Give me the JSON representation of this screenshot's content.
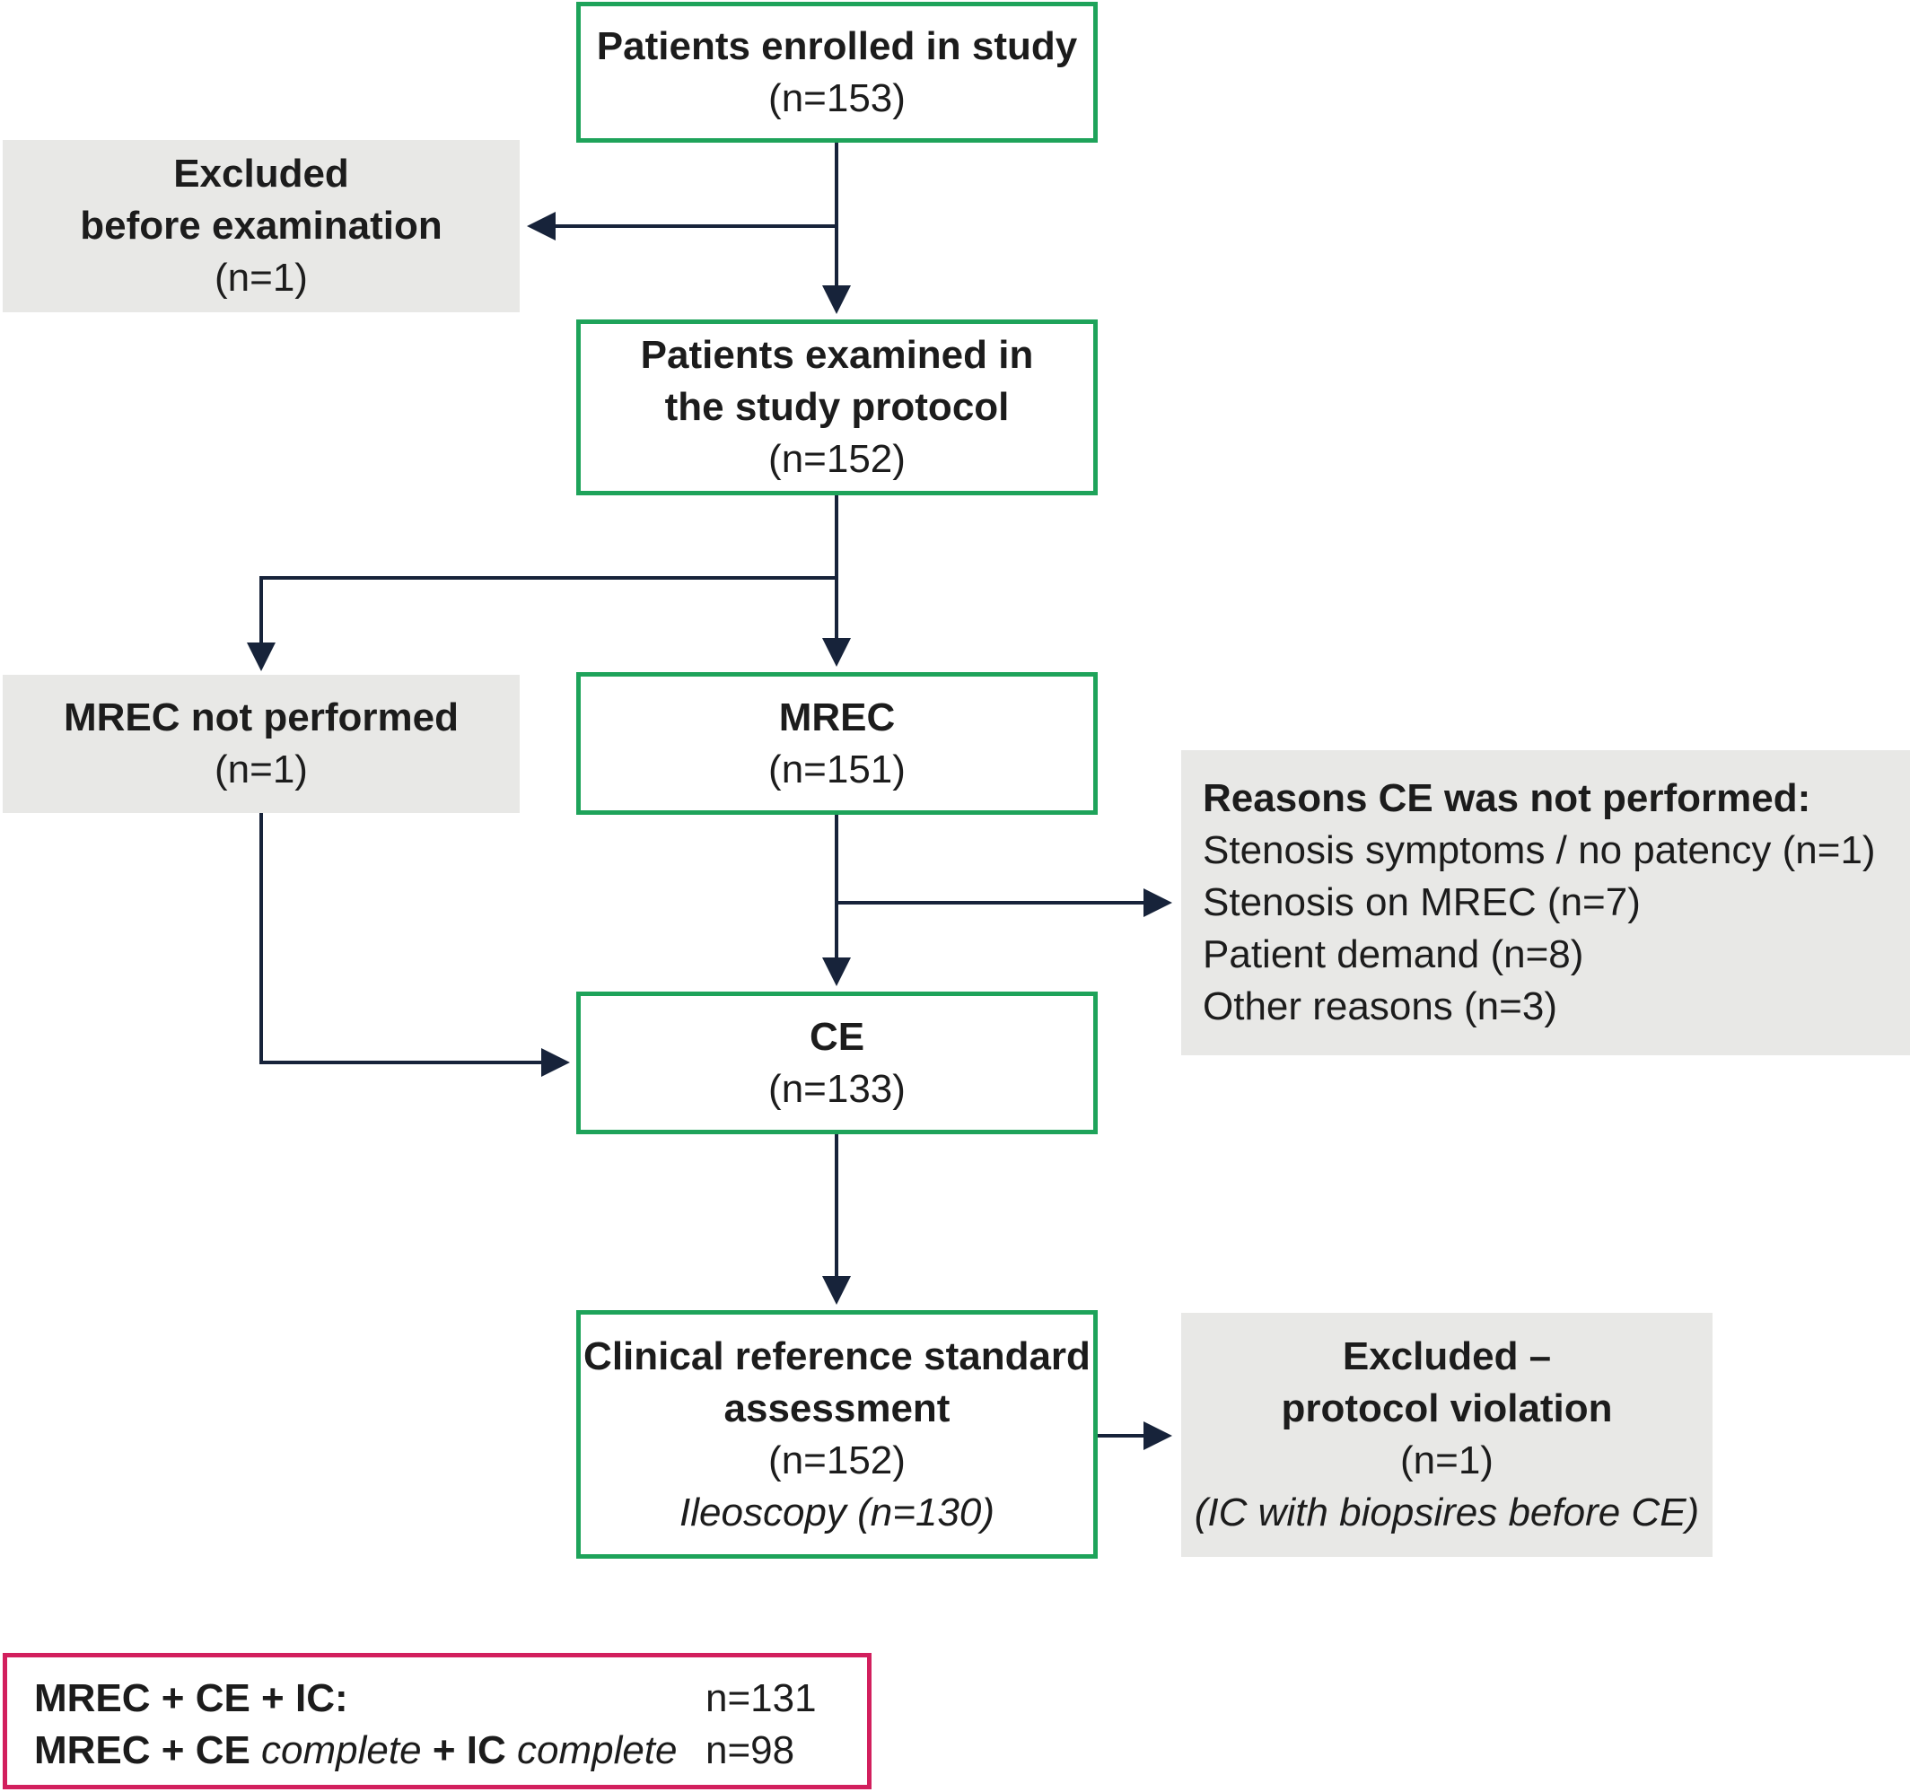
{
  "boxes": {
    "enrolled": {
      "title": "Patients enrolled in study",
      "count": "(n=153)"
    },
    "excluded_before": {
      "title_1": "Excluded",
      "title_2": "before examination",
      "count": "(n=1)"
    },
    "examined": {
      "title_1": "Patients examined in",
      "title_2": "the study protocol",
      "count": "(n=152)"
    },
    "mrec_not": {
      "title": "MREC not performed",
      "count": "(n=1)"
    },
    "mrec": {
      "title": "MREC",
      "count": "(n=151)"
    },
    "reasons": {
      "title": "Reasons CE was not performed:",
      "items": [
        "Stenosis symptoms / no patency (n=1)",
        "Stenosis on MREC (n=7)",
        "Patient demand (n=8)",
        "Other reasons (n=3)"
      ]
    },
    "ce": {
      "title": "CE",
      "count": "(n=133)"
    },
    "clinical": {
      "title_1": "Clinical reference standard",
      "title_2": "assessment",
      "count": "(n=152)",
      "sub": "Ileoscopy (n=130)"
    },
    "excluded_protocol": {
      "title_1": "Excluded –",
      "title_2": "protocol violation",
      "count": "(n=1)",
      "note": "(IC with biopsires before CE)"
    }
  },
  "summary": {
    "row1_label": "MREC + CE + IC:",
    "row1_value": "n=131",
    "row2_part1": "MREC + CE ",
    "row2_part2": "complete",
    "row2_part3": " + IC ",
    "row2_part4": "complete",
    "row2_value": "n=98"
  },
  "colors": {
    "green_border": "#1ea35a",
    "grey_fill": "#e8e8e6",
    "summary_border": "#d21f5d",
    "arrow": "#17233a"
  }
}
